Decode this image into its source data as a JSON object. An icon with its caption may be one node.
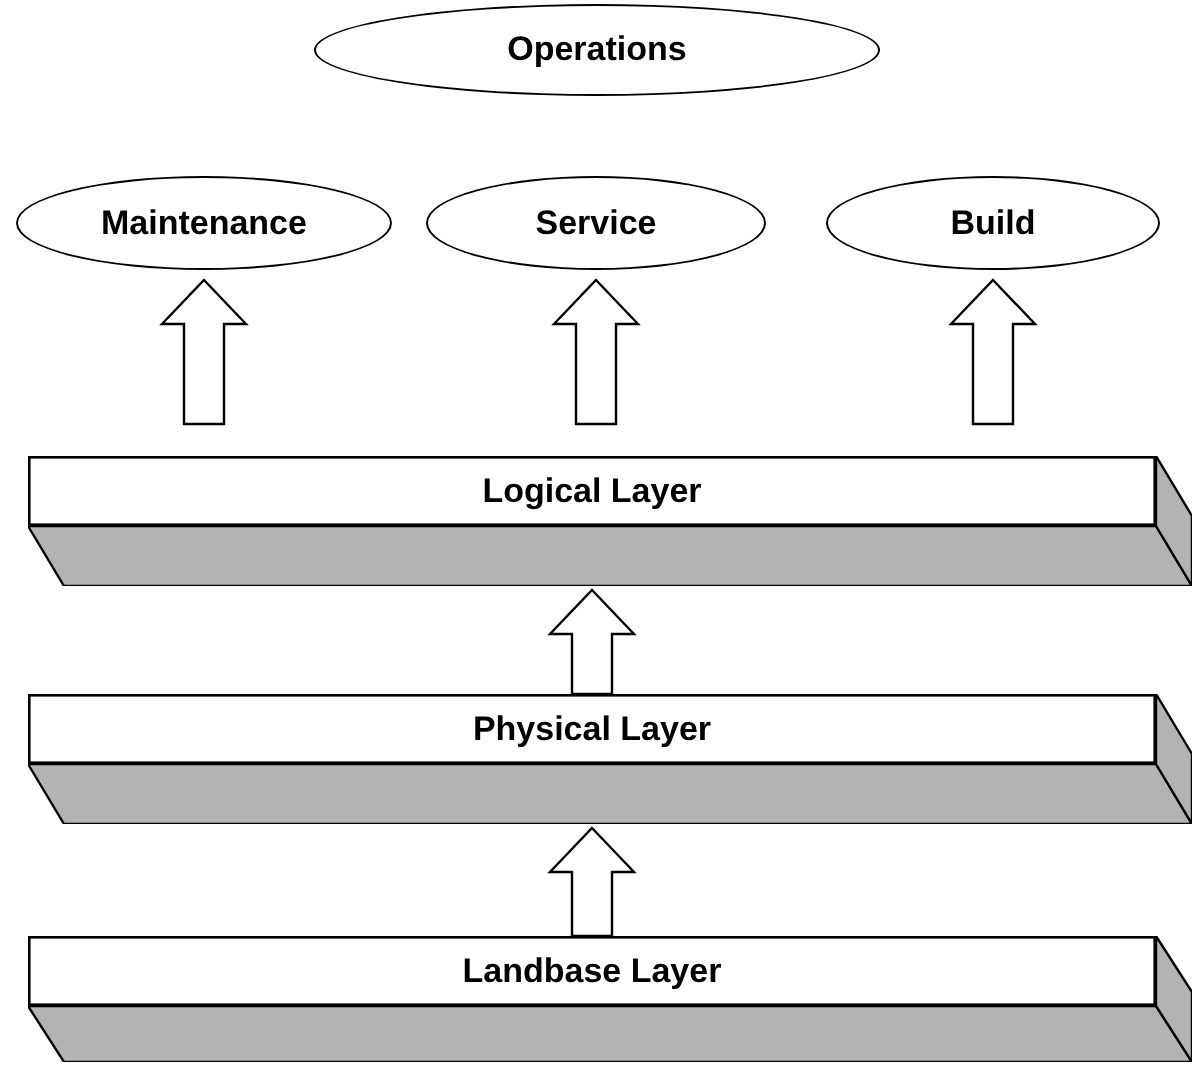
{
  "diagram": {
    "nodes": [
      {
        "text": [
          "Operations"
        ]
      },
      {
        "text": [
          "Maintenance"
        ]
      },
      {
        "text": [
          "Service"
        ]
      },
      {
        "text": [
          "Build"
        ]
      },
      {
        "text": [
          "Logical Layer"
        ]
      },
      {
        "text": [
          "Physical Layer"
        ]
      },
      {
        "text": [
          "Landbase Layer"
        ]
      }
    ],
    "edges": [
      {
        "from": 4,
        "to": 1,
        "arrow": "to"
      },
      {
        "from": 4,
        "to": 2,
        "arrow": "to"
      },
      {
        "from": 4,
        "to": 3,
        "arrow": "to"
      },
      {
        "from": 5,
        "to": 4,
        "arrow": "to"
      },
      {
        "from": 6,
        "to": 5,
        "arrow": "to"
      }
    ]
  }
}
